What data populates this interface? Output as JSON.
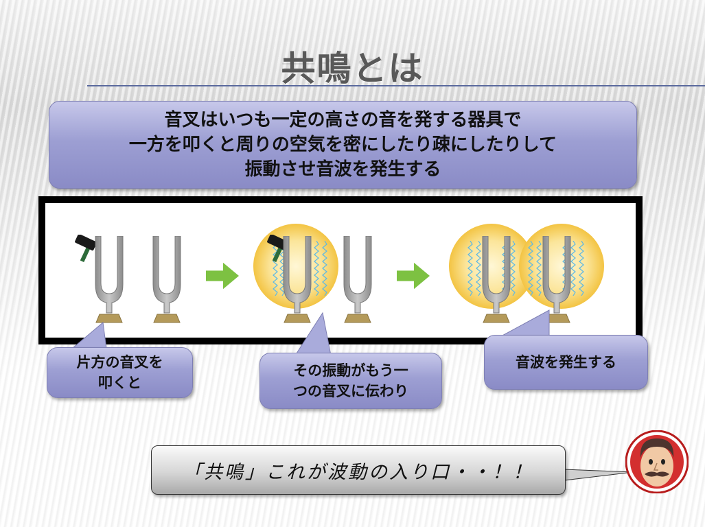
{
  "slide": {
    "title": "共鳴とは",
    "description_lines": [
      "音叉はいつも一定の高さの音を発する器具で",
      "一方を叩くと周りの空気を密にしたり疎にしたりして",
      "振動させ音波を発生する"
    ],
    "callouts": [
      {
        "line1": "片方の音叉を",
        "line2": "叩くと"
      },
      {
        "line1": "その振動がもう一",
        "line2": "つの音叉に伝わり"
      },
      {
        "line1": "音波を発生する",
        "line2": ""
      }
    ],
    "quote": "「共鳴」これが波動の入り口・・！！"
  },
  "figure": {
    "stages": 3,
    "icons": [
      "hammer-icon",
      "tuning-fork-icon",
      "arrow-right-icon",
      "glow-circle-icon",
      "wave-icon",
      "face-icon"
    ]
  },
  "colors": {
    "purple_box": "#9d9fd3",
    "title_text": "#595959",
    "rule": "#5b6a9e",
    "arrow_green": "#7dc142",
    "glow": "#f7d86a",
    "wave": "#5cb8e6",
    "fork": "#9a9a9a",
    "base": "#b49a5a"
  }
}
